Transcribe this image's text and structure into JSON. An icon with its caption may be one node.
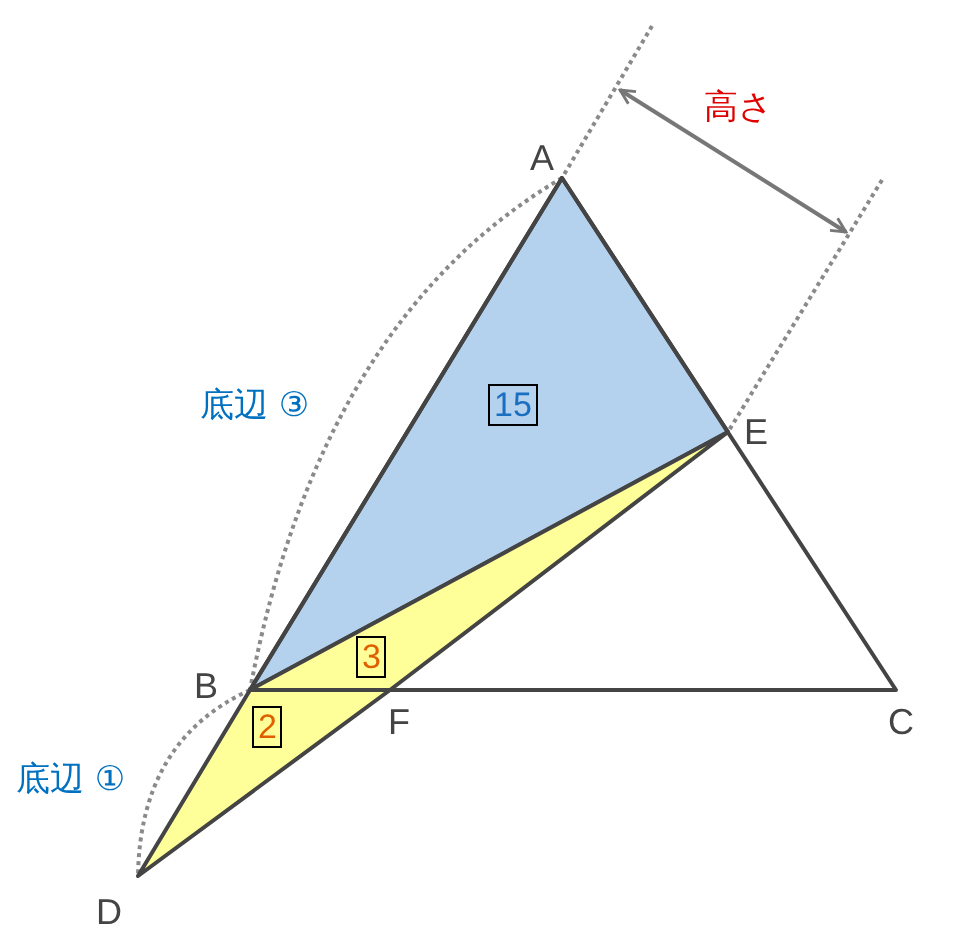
{
  "diagram": {
    "nodes": [
      {
        "text": [
          "15"
        ]
      },
      {
        "text": [
          "3"
        ]
      },
      {
        "text": [
          "2"
        ]
      }
    ],
    "labels": [
      "高さ",
      "A",
      "底辺 ③",
      "E",
      "B",
      "F",
      "C",
      "底辺 ①",
      "D"
    ]
  }
}
